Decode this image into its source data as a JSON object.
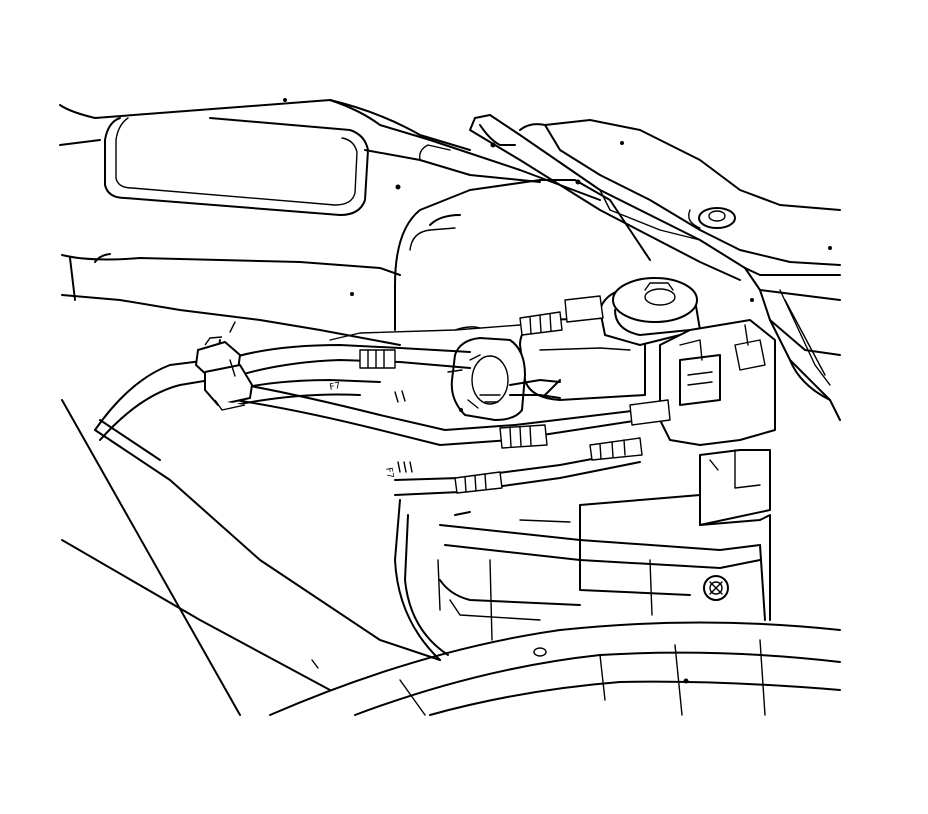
{
  "figure": {
    "background": "#ffffff",
    "line_color": "#000000",
    "style": "black line-art illustration"
  },
  "stamped_marks": {
    "hose_mark_upper": "F7",
    "hose_mark_lower": "F7"
  }
}
